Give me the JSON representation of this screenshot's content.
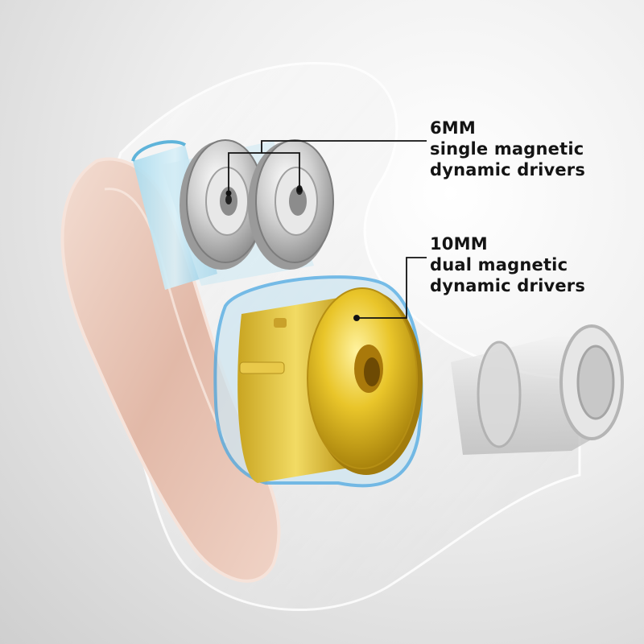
{
  "callouts": {
    "small_drivers": {
      "size": "6MM",
      "line2": "single magnetic",
      "line3": "dynamic drivers"
    },
    "large_driver": {
      "size": "10MM",
      "line2": "dual magnetic",
      "line3": "dynamic drivers"
    }
  },
  "colors": {
    "shell": "#e6c3b4",
    "gold": "#d9b21a",
    "cyan_ring": "#8ed0ea",
    "silver": "#c9c9c9",
    "leader_line": "#111111"
  }
}
